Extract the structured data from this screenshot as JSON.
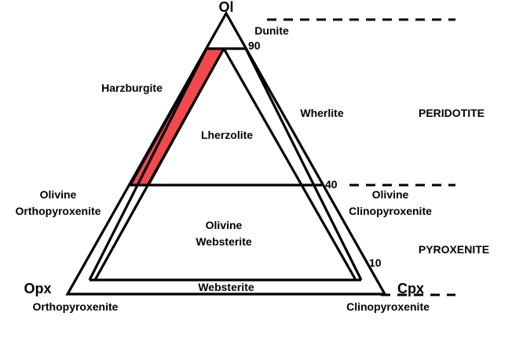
{
  "diagram": {
    "apices": {
      "top": "Ol",
      "left": "Opx",
      "right": "Cpx"
    },
    "fields": {
      "dunite": "Dunite",
      "harzburgite": "Harzburgite",
      "lherzolite": "Lherzolite",
      "wherlite": "Wherlite",
      "olivine_orthopyroxenite_1": "Olivine",
      "olivine_orthopyroxenite_2": "Orthopyroxenite",
      "olivine_clinopyroxenite_1": "Olivine",
      "olivine_clinopyroxenite_2": "Clinopyroxenite",
      "olivine_websterite_1": "Olivine",
      "olivine_websterite_2": "Websterite",
      "websterite": "Websterite",
      "orthopyroxenite": "Orthopyroxenite",
      "clinopyroxenite": "Clinopyroxenite"
    },
    "olivine_ticks": {
      "t90": "90",
      "t40": "40",
      "t10": "10"
    },
    "rock_groups": {
      "peridotite": "PERIDOTITE",
      "pyroxenite": "PYROXENITE"
    },
    "highlight_color": "#f04a4d"
  }
}
